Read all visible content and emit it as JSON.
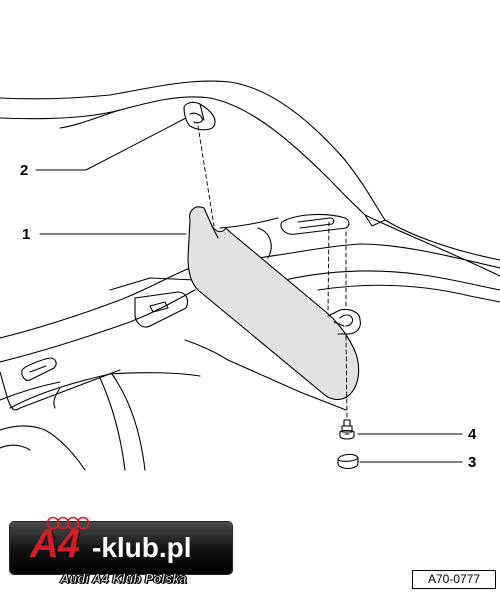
{
  "callouts": {
    "c1": "1",
    "c2": "2",
    "c3": "3",
    "c4": "4"
  },
  "reference_code": "A70-0777",
  "logo": {
    "main_a4": "A4",
    "main_domain": "-klub.pl",
    "subtitle": "Audi A4 Klub Polska",
    "accent_color": "#d21e28"
  },
  "colors": {
    "line": "#000000",
    "visor_fill": "#e2e2e2",
    "background": "#ffffff"
  }
}
